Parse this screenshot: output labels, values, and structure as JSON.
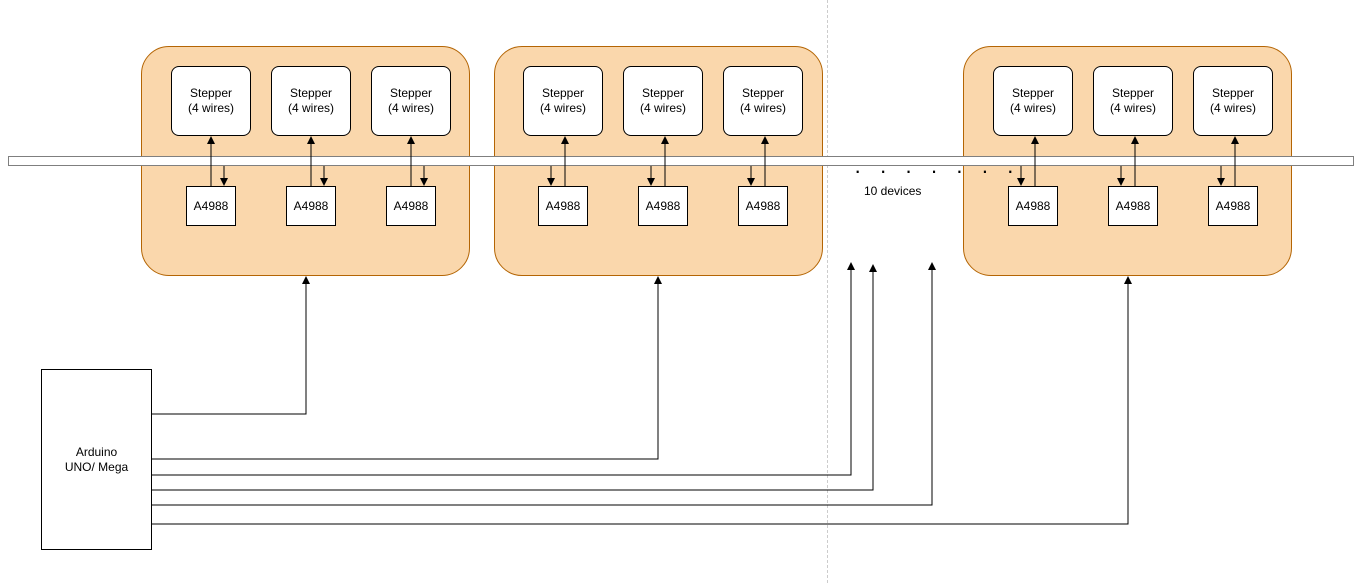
{
  "groups": [
    {
      "steppers": [
        {
          "line1": "Stepper",
          "line2": "(4 wires)"
        },
        {
          "line1": "Stepper",
          "line2": "(4 wires)"
        },
        {
          "line1": "Stepper",
          "line2": "(4 wires)"
        }
      ],
      "drivers": [
        "A4988",
        "A4988",
        "A4988"
      ]
    },
    {
      "steppers": [
        {
          "line1": "Stepper",
          "line2": "(4 wires)"
        },
        {
          "line1": "Stepper",
          "line2": "(4 wires)"
        },
        {
          "line1": "Stepper",
          "line2": "(4 wires)"
        }
      ],
      "drivers": [
        "A4988",
        "A4988",
        "A4988"
      ]
    },
    {
      "steppers": [
        {
          "line1": "Stepper",
          "line2": "(4 wires)"
        },
        {
          "line1": "Stepper",
          "line2": "(4 wires)"
        },
        {
          "line1": "Stepper",
          "line2": "(4 wires)"
        }
      ],
      "drivers": [
        "A4988",
        "A4988",
        "A4988"
      ]
    }
  ],
  "ellipsis": "· · · · · · ·",
  "devices_label": "10 devices",
  "controller": {
    "line1": "Arduino",
    "line2": "UNO/ Mega"
  },
  "colors": {
    "group_fill": "#fad7ac",
    "group_stroke": "#b46504",
    "line": "#000000",
    "divider": "#cccccc"
  }
}
